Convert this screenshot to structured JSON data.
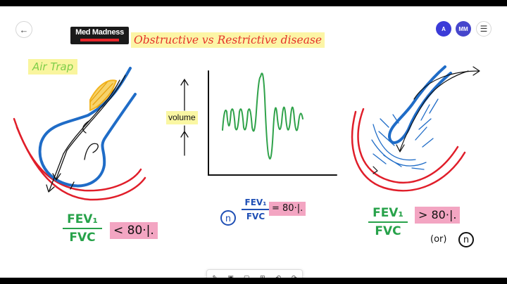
{
  "header": {
    "logo_text": "Med Madness",
    "title": "Obstructive vs Restrictive disease",
    "avatars": [
      {
        "label": "A",
        "color": "#3b3bd8"
      },
      {
        "label": "MM",
        "color": "#4646cc"
      }
    ]
  },
  "annotations": {
    "air_trap": "Air Trap",
    "volume": "volume",
    "normal_marker": "n",
    "or_text": "(or)"
  },
  "fractions": {
    "left": {
      "num": "FEV₁",
      "den": "FVC",
      "comparator": "< 80·|.",
      "color": "#27a24a"
    },
    "middle": {
      "num": "FEV₁",
      "den": "FVC",
      "comparator": "= 80·|.",
      "color": "#1f4fb5"
    },
    "right": {
      "num": "FEV₁",
      "den": "FVC",
      "comparator": "> 80·|.",
      "color": "#27a24a"
    }
  },
  "colors": {
    "airway": "#1f6cc7",
    "wall": "#e01e2a",
    "trace": "#2fa24a",
    "mucus": "#f2b41f"
  },
  "icons": [
    "pen-icon",
    "image-icon",
    "comment-icon",
    "add-icon",
    "undo-icon",
    "redo-icon"
  ]
}
